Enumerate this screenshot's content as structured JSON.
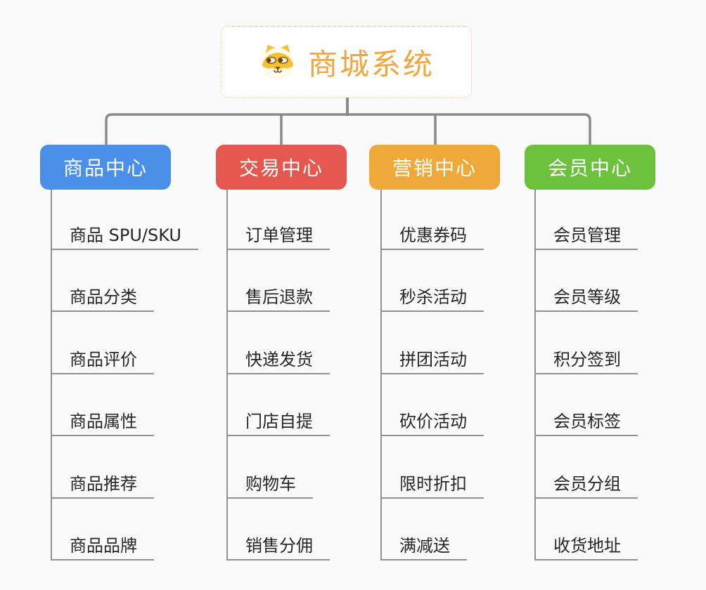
{
  "root": {
    "title": "商城系统",
    "icon": "shiba-dog"
  },
  "branches": [
    {
      "label": "商品中心",
      "color": "#4a90e8",
      "items": [
        "商品 SPU/SKU",
        "商品分类",
        "商品评价",
        "商品属性",
        "商品推荐",
        "商品品牌"
      ]
    },
    {
      "label": "交易中心",
      "color": "#e6574f",
      "items": [
        "订单管理",
        "售后退款",
        "快递发货",
        "门店自提",
        "购物车",
        "销售分佣"
      ]
    },
    {
      "label": "营销中心",
      "color": "#efa93a",
      "items": [
        "优惠券码",
        "秒杀活动",
        "拼团活动",
        "砍价活动",
        "限时折扣",
        "满减送"
      ]
    },
    {
      "label": "会员中心",
      "color": "#6cc13d",
      "items": [
        "会员管理",
        "会员等级",
        "积分签到",
        "会员标签",
        "会员分组",
        "收货地址"
      ]
    }
  ],
  "colors": {
    "bg": "#fafafa",
    "connector": "#8a8a8a",
    "line": "#919191",
    "item_text": "#262626",
    "root_accent": "#f2a73c",
    "root_border": "#f3c98f",
    "branch_text": "#ffffff"
  }
}
